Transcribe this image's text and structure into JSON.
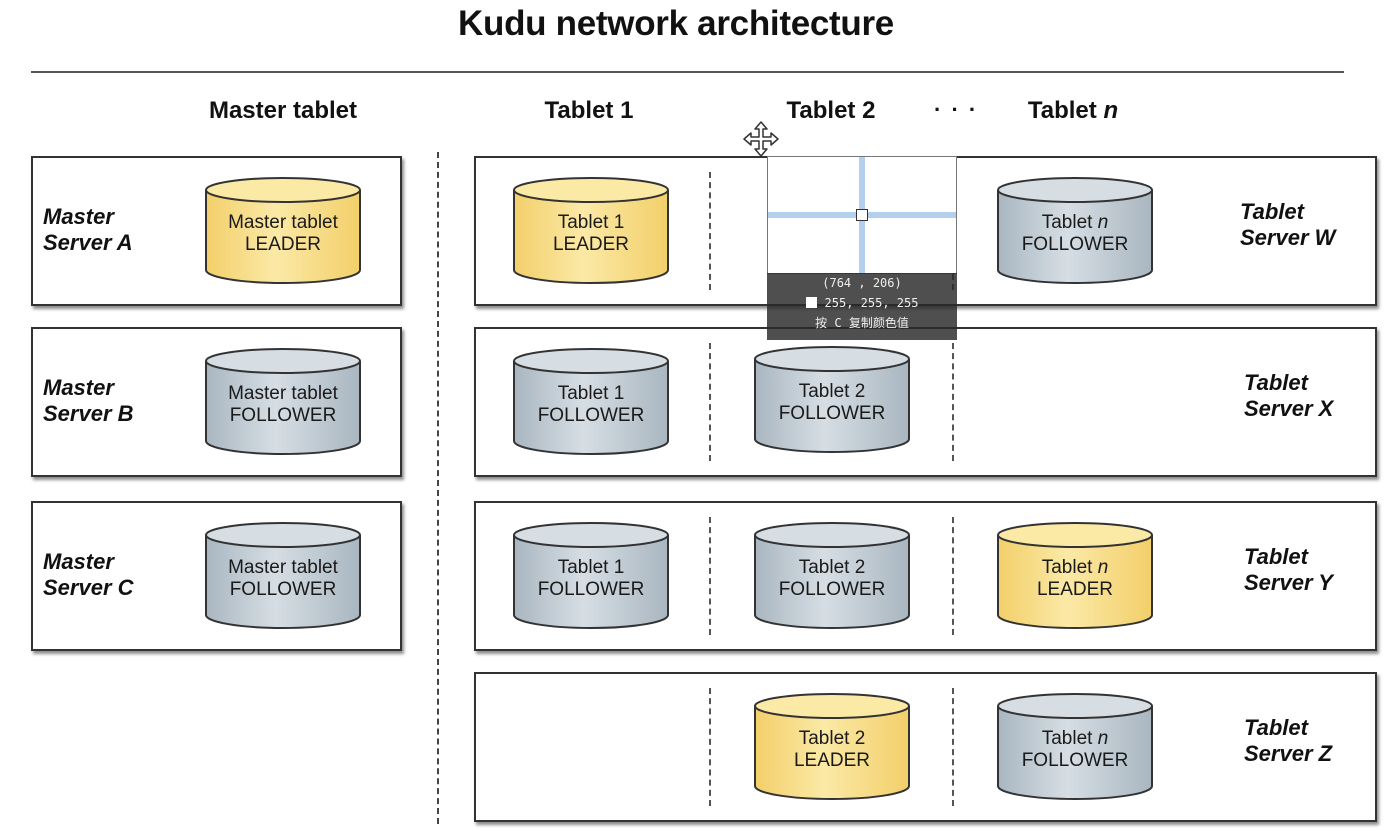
{
  "title": "Kudu network architecture",
  "columns": {
    "master": "Master tablet",
    "tablet1": "Tablet 1",
    "tablet2": "Tablet 2",
    "tabletn_prefix": "Tablet ",
    "tabletn_suffix": "n",
    "ellipsis": "· · ·"
  },
  "masters": [
    {
      "line1": "Master",
      "line2": "Server A",
      "tablet": "Master tablet",
      "role": "LEADER",
      "kind": "leader"
    },
    {
      "line1": "Master",
      "line2": "Server B",
      "tablet": "Master tablet",
      "role": "FOLLOWER",
      "kind": "follower"
    },
    {
      "line1": "Master",
      "line2": "Server C",
      "tablet": "Master tablet",
      "role": "FOLLOWER",
      "kind": "follower"
    }
  ],
  "tablet_servers": [
    {
      "line1": "Tablet",
      "line2": "Server W",
      "t1": {
        "name": "Tablet 1",
        "role": "LEADER",
        "kind": "leader"
      },
      "t2": null,
      "tn": {
        "name_prefix": "Tablet ",
        "name_suffix": "n",
        "role": "FOLLOWER",
        "kind": "follower"
      }
    },
    {
      "line1": "Tablet",
      "line2": "Server X",
      "t1": {
        "name": "Tablet 1",
        "role": "FOLLOWER",
        "kind": "follower"
      },
      "t2": {
        "name": "Tablet 2",
        "role": "FOLLOWER",
        "kind": "follower"
      },
      "tn": null
    },
    {
      "line1": "Tablet",
      "line2": "Server Y",
      "t1": {
        "name": "Tablet 1",
        "role": "FOLLOWER",
        "kind": "follower"
      },
      "t2": {
        "name": "Tablet 2",
        "role": "FOLLOWER",
        "kind": "follower"
      },
      "tn": {
        "name_prefix": "Tablet ",
        "name_suffix": "n",
        "role": "LEADER",
        "kind": "leader"
      }
    },
    {
      "line1": "Tablet",
      "line2": "Server Z",
      "t1": null,
      "t2": {
        "name": "Tablet 2",
        "role": "LEADER",
        "kind": "leader"
      },
      "tn": {
        "name_prefix": "Tablet ",
        "name_suffix": "n",
        "role": "FOLLOWER",
        "kind": "follower"
      }
    }
  ],
  "picker": {
    "coords": "(764 , 206)",
    "rgb": "255, 255, 255",
    "hint": "按 C 复制颜色值",
    "swatch_color": "#ffffff"
  },
  "colors": {
    "leader_top": "#fbe9a6",
    "leader_body": "#f2cf6a",
    "follower_top": "#d6dee4",
    "follower_body": "#a9b6c0"
  }
}
